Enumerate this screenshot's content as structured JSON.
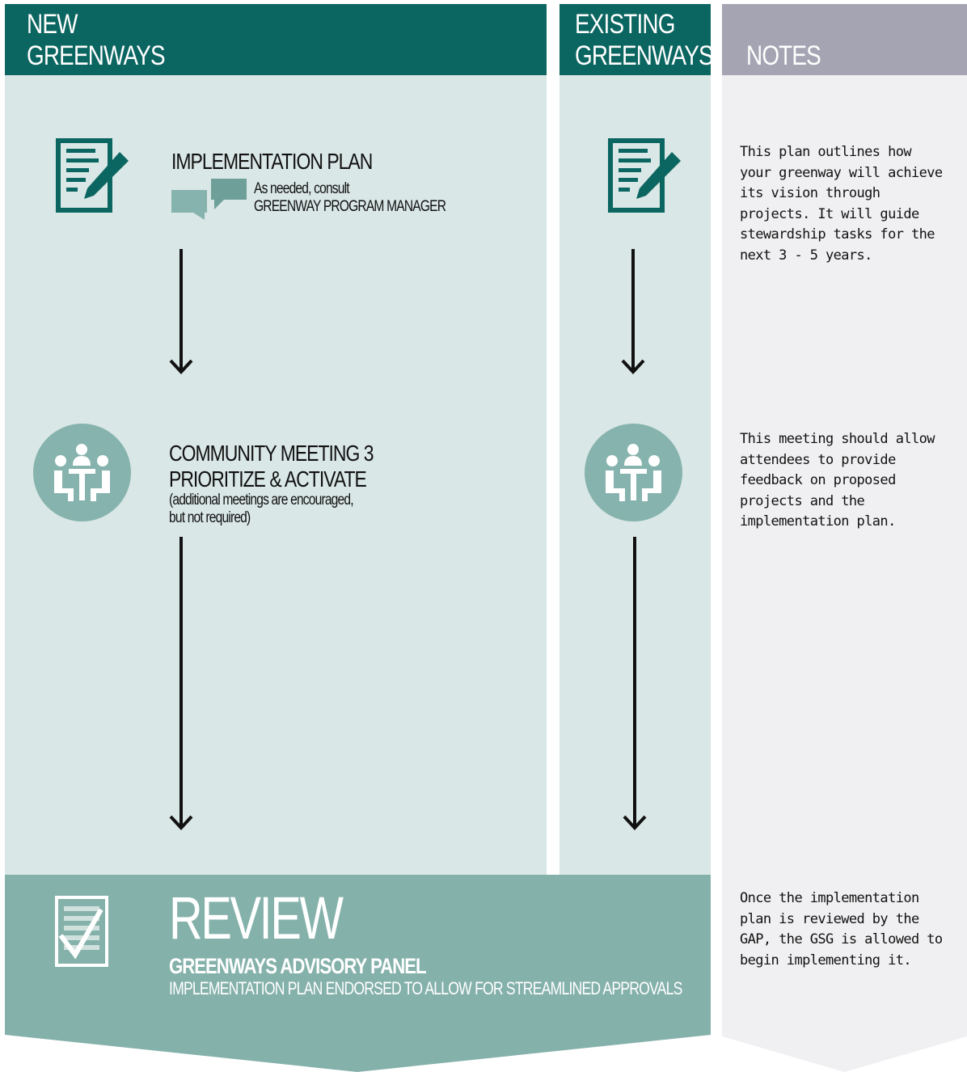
{
  "headers": {
    "new_greenways": "NEW\nGREENWAYS",
    "existing_greenways": "EXISTING\nGREENWAYS",
    "notes": "NOTES"
  },
  "steps": {
    "implementation_plan": {
      "title": "IMPLEMENTATION PLAN",
      "consult_line1": "As needed, consult",
      "consult_line2": "GREENWAY PROGRAM MANAGER"
    },
    "community_meeting": {
      "title": "COMMUNITY MEETING 3\nPRIORITIZE & ACTIVATE",
      "note": "(additional meetings are encouraged,\nbut not required)"
    },
    "review": {
      "title": "REVIEW",
      "subtitle": "GREENWAYS ADVISORY PANEL",
      "description": "IMPLEMENTATION PLAN ENDORSED TO ALLOW FOR STREAMLINED APPROVALS"
    }
  },
  "notes": {
    "implementation_plan": "This plan outlines how your greenway will achieve its vision through projects. It will guide stewardship tasks for the next 3 - 5 years.",
    "community_meeting": "This meeting should allow attendees to provide feedback on proposed projects and the implementation plan.",
    "review": "Once the implementation plan is reviewed by the GAP, the GSG is allowed to begin implementing it."
  },
  "icons": {
    "plan": "document-pencil-icon",
    "consult": "speech-bubbles-icon",
    "meeting": "people-at-table-icon",
    "review": "checklist-icon"
  },
  "colors": {
    "header_dark_teal": "#0b6560",
    "panel_light_teal": "#d9e7e6",
    "notes_gray_header": "#a5a4b3",
    "notes_panel": "#f0f0f2",
    "review_band": "#85b1ab",
    "icon_teal": "#86b3ad"
  }
}
